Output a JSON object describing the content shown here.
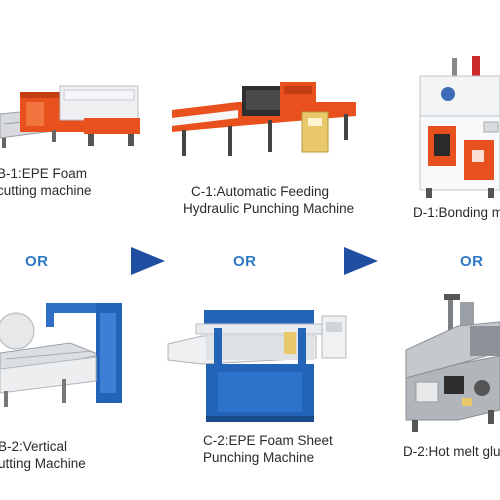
{
  "colors": {
    "accent_blue": "#2f78c4",
    "arrow_blue": "#1f4fa0",
    "machine_orange": "#e8501e",
    "machine_blue": "#2364b8",
    "steel": "#b9bec4",
    "text": "#2a2a2a"
  },
  "items": {
    "b1": {
      "line1": "B-1:EPE Foam",
      "line2": "cutting machine"
    },
    "c1": {
      "line1": "C-1:Automatic Feeding",
      "line2": "Hydraulic Punching Machine"
    },
    "d1": {
      "line1": "D-1:Bonding m"
    },
    "b2": {
      "line1": "B-2:Vertical",
      "line2": "utting Machine"
    },
    "c2": {
      "line1": "C-2:EPE Foam Sheet",
      "line2": "Punching Machine"
    },
    "d2": {
      "line1": "D-2:Hot melt glu"
    }
  },
  "or_label": "OR",
  "icons": [
    "arrow-right-icon",
    "arrow-right-icon"
  ]
}
